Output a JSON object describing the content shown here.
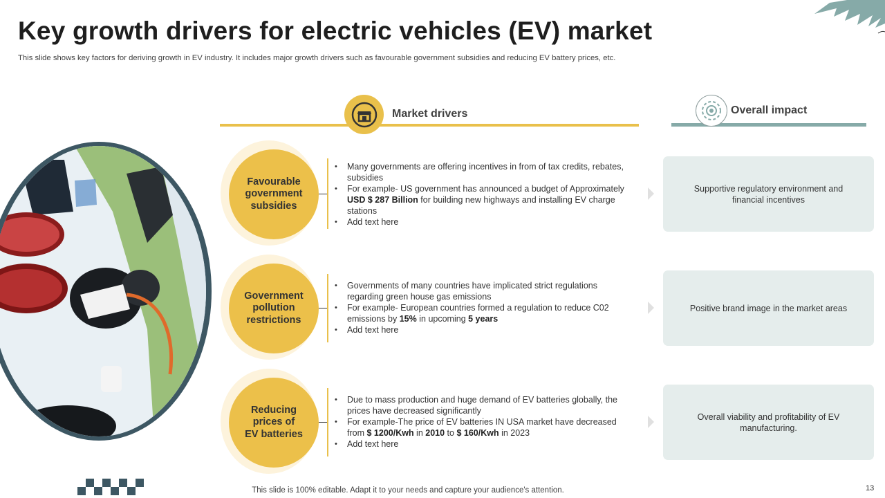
{
  "slide": {
    "title": "Key growth drivers for electric vehicles (EV) market",
    "subtitle": "This slide shows key factors for deriving growth in EV industry. It includes major growth drivers such as favourable government subsidies and reducing EV battery prices, etc.",
    "footer": "This slide is 100% editable. Adapt it to your needs and capture your audience's attention.",
    "page_number": "13"
  },
  "headers": {
    "market_drivers": "Market drivers",
    "overall_impact": "Overall impact"
  },
  "icons": {
    "market_drivers": "storefront-icon",
    "overall_impact": "target-icon"
  },
  "colors": {
    "accent_yellow": "#ecc04a",
    "accent_teal": "#86aaa8",
    "impact_box": "#e5edec",
    "photo_ring": "#3d5763"
  },
  "rows": [
    {
      "driver": "Favourable\ngovernment\nsubsidies",
      "bullets": [
        [
          {
            "t": "Many governments are offering incentives in from of tax credits, rebates, subsidies"
          }
        ],
        [
          {
            "t": "For example- US government has announced a budget of Approximately "
          },
          {
            "t": "USD $ 287 Billion",
            "b": true
          },
          {
            "t": " for building new highways and installing EV charge stations"
          }
        ],
        [
          {
            "t": "Add text here"
          }
        ]
      ],
      "impact": "Supportive regulatory environment and financial incentives"
    },
    {
      "driver": "Government\npollution\nrestrictions",
      "bullets": [
        [
          {
            "t": "Governments of many countries have implicated strict regulations regarding green house gas emissions"
          }
        ],
        [
          {
            "t": "For example- European countries formed a regulation to reduce C02 emissions by "
          },
          {
            "t": "15%",
            "b": true
          },
          {
            "t": " in upcoming "
          },
          {
            "t": "5 years",
            "b": true
          }
        ],
        [
          {
            "t": "Add text here"
          }
        ]
      ],
      "impact": "Positive brand image in the market areas"
    },
    {
      "driver": "Reducing\nprices of\nEV batteries",
      "bullets": [
        [
          {
            "t": "Due to mass production and huge demand of EV batteries globally, the prices have decreased significantly"
          }
        ],
        [
          {
            "t": "For example-The price of EV batteries IN USA market have decreased from "
          },
          {
            "t": "$ 1200/Kwh",
            "b": true
          },
          {
            "t": " in "
          },
          {
            "t": "2010",
            "b": true
          },
          {
            "t": " to "
          },
          {
            "t": "$ 160/Kwh",
            "b": true
          },
          {
            "t": " in 2023"
          }
        ],
        [
          {
            "t": "Add text here"
          }
        ]
      ],
      "impact": "Overall viability and profitability of EV manufacturing."
    }
  ]
}
